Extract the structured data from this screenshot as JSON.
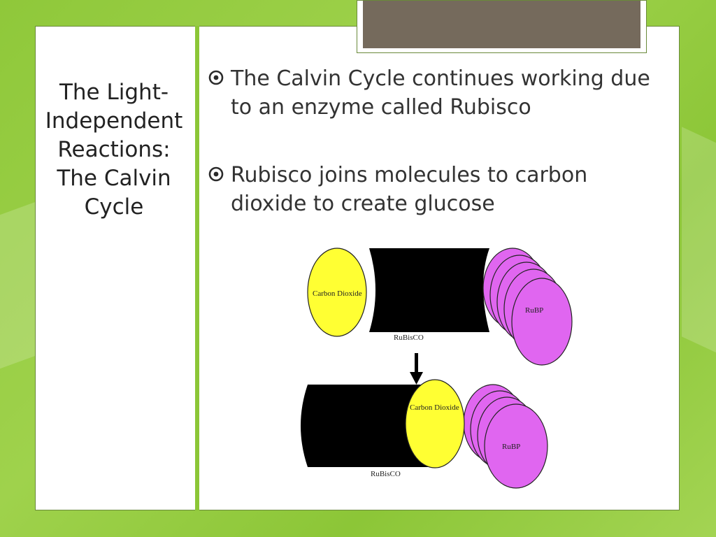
{
  "slide": {
    "side_title": "The Light-Independent Reactions: The Calvin Cycle",
    "bullets": [
      "The Calvin Cycle continues working due to an enzyme called Rubisco",
      "Rubisco joins molecules to carbon dioxide to create glucose"
    ],
    "bullet_icon": "circle-bullet-icon"
  },
  "diagram": {
    "top": {
      "molecule": "Carbon Dioxide",
      "enzyme": "RuBisCO",
      "substrate": "RuBP"
    },
    "bottom": {
      "molecule": "Carbon Dioxide",
      "enzyme": "RuBisCO",
      "substrate": "RuBP"
    }
  },
  "colors": {
    "background": "#8fc83a",
    "accent": "#8cc637",
    "title_bar": "#756a5c",
    "co2": "#ffff33",
    "rubp": "#e066f0",
    "rubisco": "#000000"
  }
}
